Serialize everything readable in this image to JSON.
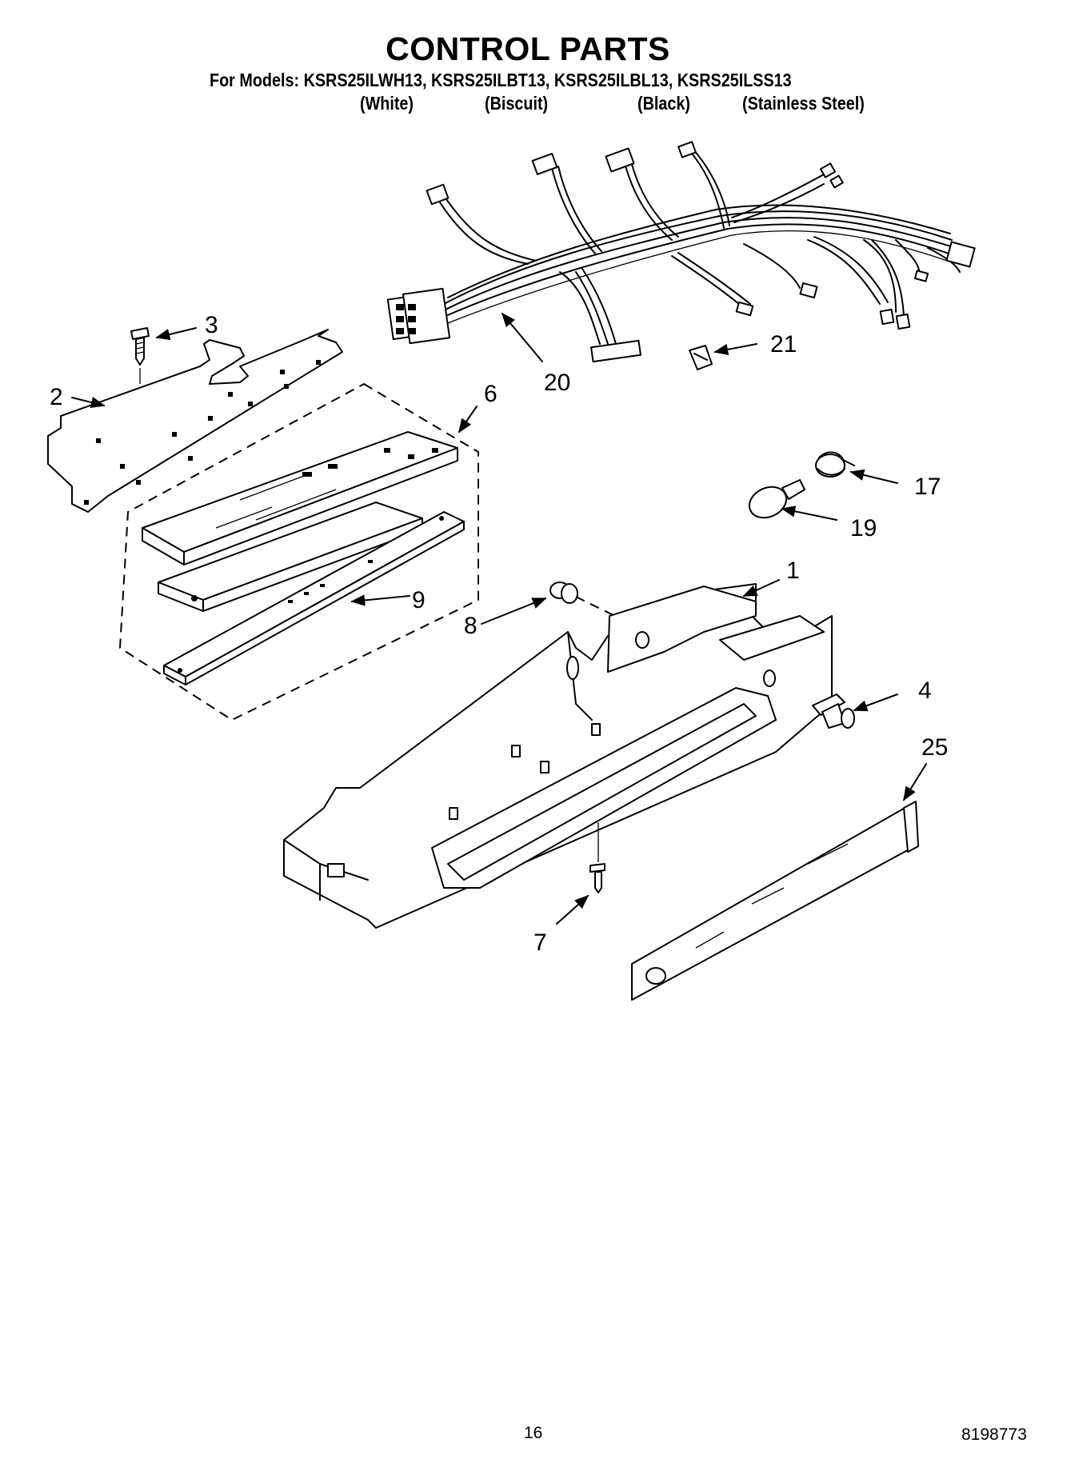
{
  "header": {
    "title": "CONTROL PARTS",
    "models_line": "For Models: KSRS25ILWH13, KSRS25ILBT13, KSRS25ILBL13, KSRS25ILSS13",
    "variants": [
      "(White)",
      "(Biscuit)",
      "(Black)",
      "(Stainless Steel)"
    ]
  },
  "callouts": {
    "c1": "1",
    "c2": "2",
    "c3": "3",
    "c4": "4",
    "c6": "6",
    "c7": "7",
    "c8": "8",
    "c9": "9",
    "c17": "17",
    "c19": "19",
    "c20": "20",
    "c21": "21",
    "c25": "25"
  },
  "footer": {
    "page": "16",
    "doc_number": "8198773"
  }
}
